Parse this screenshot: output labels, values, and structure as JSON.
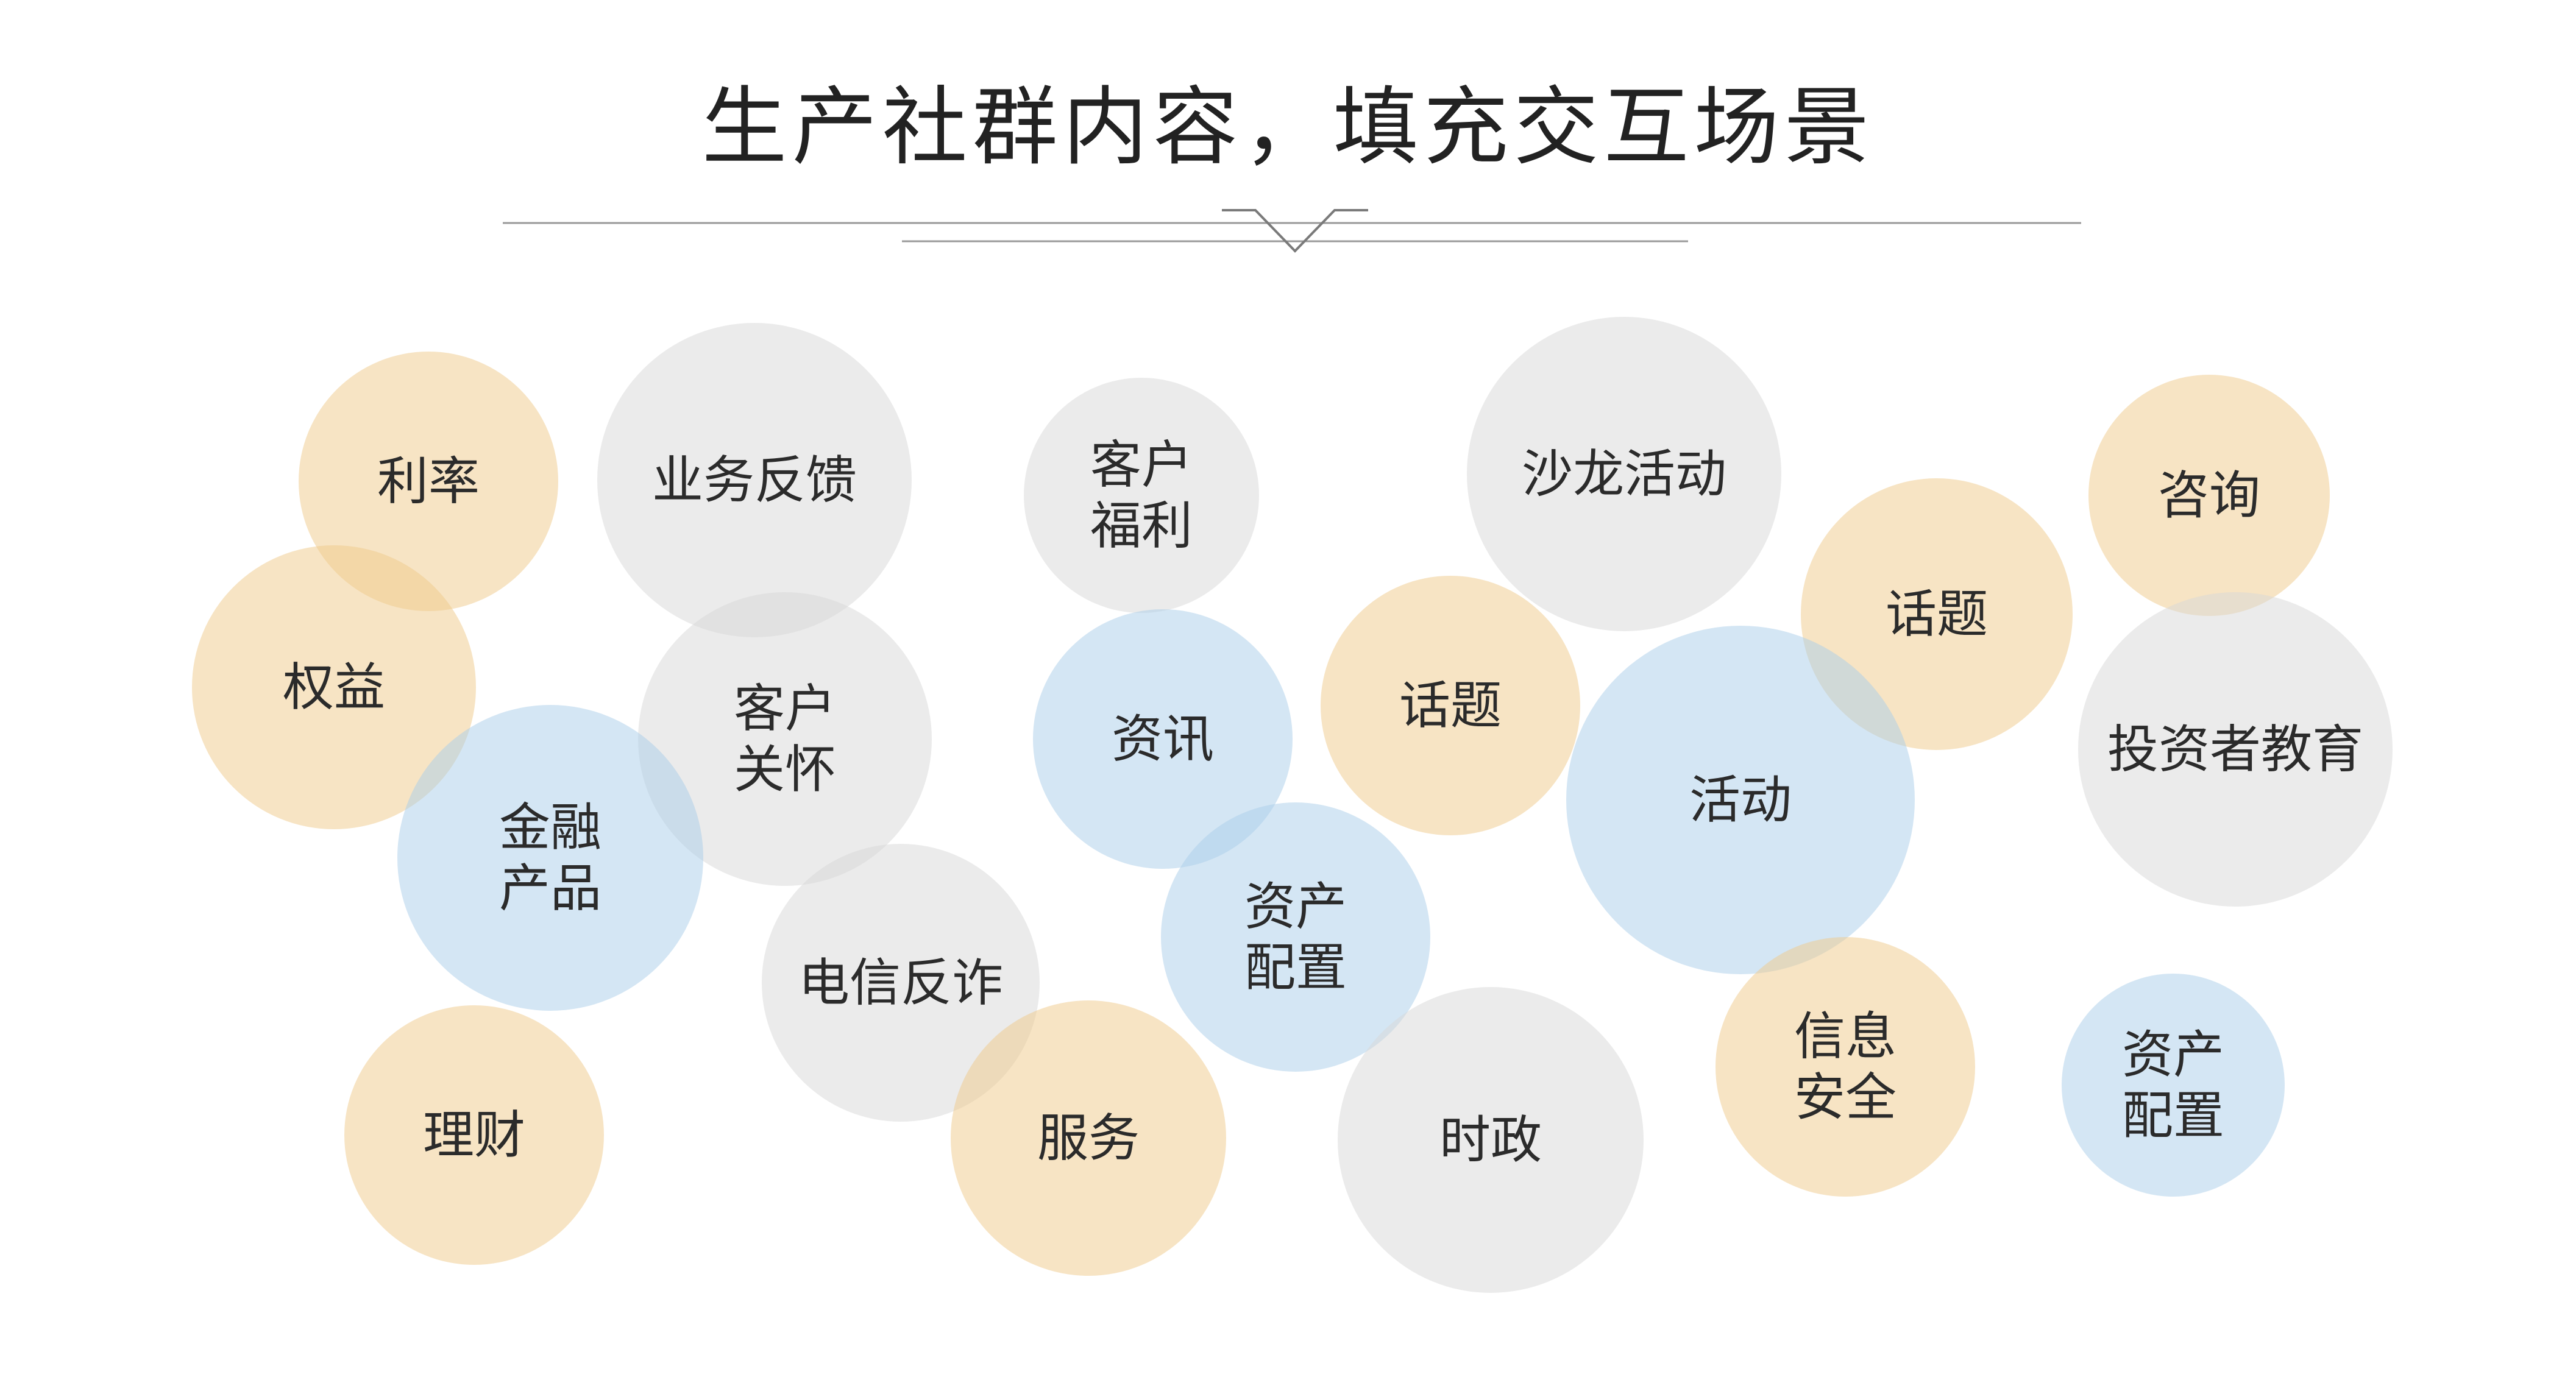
{
  "title": "生产社群内容，填充交互场景",
  "colors": {
    "orange": "#f0c98a",
    "gray": "#d8d8d8",
    "blue": "#a9cdea",
    "line": "#8a8a8a",
    "text": "#2b2b2b"
  },
  "bubbles": [
    {
      "label": "利率",
      "color": "orange"
    },
    {
      "label": "业务反馈",
      "color": "gray"
    },
    {
      "label": "客户\n福利",
      "color": "gray"
    },
    {
      "label": "沙龙活动",
      "color": "gray"
    },
    {
      "label": "咨询",
      "color": "orange"
    },
    {
      "label": "权益",
      "color": "orange"
    },
    {
      "label": "客户\n关怀",
      "color": "gray"
    },
    {
      "label": "资讯",
      "color": "blue"
    },
    {
      "label": "话题",
      "color": "orange"
    },
    {
      "label": "话题",
      "color": "orange"
    },
    {
      "label": "投资者教育",
      "color": "gray"
    },
    {
      "label": "金融\n产品",
      "color": "blue"
    },
    {
      "label": "活动",
      "color": "blue"
    },
    {
      "label": "资产\n配置",
      "color": "blue"
    },
    {
      "label": "电信反诈",
      "color": "gray"
    },
    {
      "label": "理财",
      "color": "orange"
    },
    {
      "label": "服务",
      "color": "orange"
    },
    {
      "label": "时政",
      "color": "gray"
    },
    {
      "label": "信息\n安全",
      "color": "orange"
    },
    {
      "label": "资产\n配置",
      "color": "blue"
    }
  ]
}
